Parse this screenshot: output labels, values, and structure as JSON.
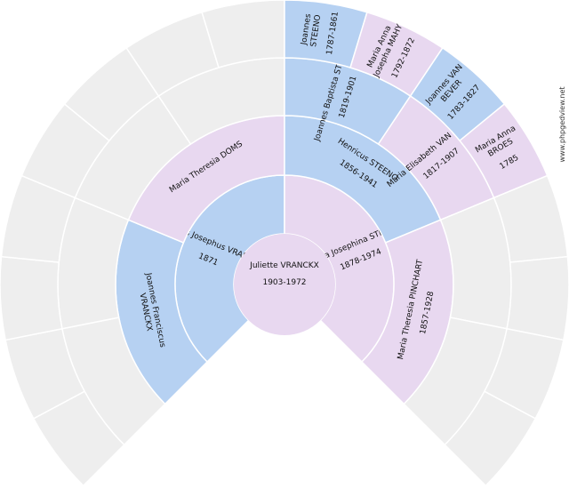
{
  "watermark": "www.phpgedview.net",
  "colors": {
    "male": "#b6d1f2",
    "female": "#e8d8f0",
    "empty": "#eeeeee"
  },
  "root": {
    "name": "Juliette VRANCKX",
    "dates": "1903-1972",
    "sex": "female"
  },
  "generations": [
    [
      {
        "name": "Petrus Josephus VRANCKX",
        "dates": "1871",
        "sex": "male"
      },
      {
        "name": "Maria Josephina STEENO",
        "dates": "1878-1974",
        "sex": "female"
      }
    ],
    [
      {
        "name": "Joannes Franciscus VRANCKX",
        "dates": "",
        "sex": "male"
      },
      {
        "name": "Maria Theresia DOMS",
        "dates": "",
        "sex": "female"
      },
      {
        "name": "Henricus STEENO",
        "dates": "1856-1941",
        "sex": "male"
      },
      {
        "name": "Maria Theresia PINCHART",
        "dates": "1857-1928",
        "sex": "female"
      }
    ],
    [
      null,
      null,
      null,
      null,
      {
        "name": "Joannes Baptista STEENO",
        "dates": "1819-1901",
        "sex": "male"
      },
      {
        "name": "Maria Elisabeth VAN BEVER",
        "dates": "1817-1907",
        "sex": "female"
      },
      null,
      null
    ],
    [
      null,
      null,
      null,
      null,
      null,
      null,
      null,
      null,
      {
        "name": "Joannes STEENO",
        "dates": "1787-1861",
        "sex": "male"
      },
      {
        "name": "Maria Anna Josepha MAHY",
        "dates": "1792-1872",
        "sex": "female"
      },
      {
        "name": "Joannes VAN BEVER",
        "dates": "1783-1827",
        "sex": "male"
      },
      {
        "name": "Maria Anna BROES",
        "dates": "1785",
        "sex": "female"
      },
      null,
      null,
      null,
      null
    ]
  ]
}
